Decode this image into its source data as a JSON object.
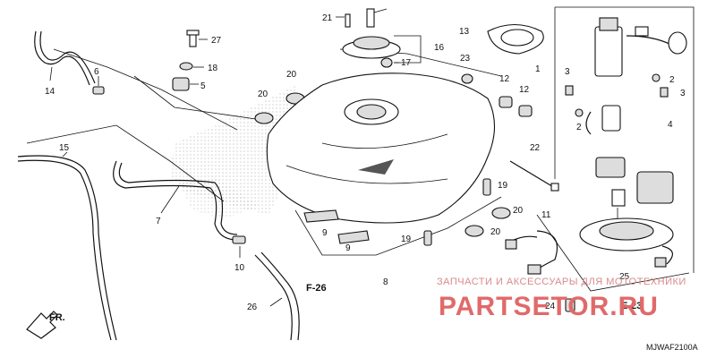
{
  "title_code": "MJWAF2100A",
  "callouts": {
    "c1": "1",
    "c2a": "2",
    "c2b": "2",
    "c3a": "3",
    "c3b": "3",
    "c4": "4",
    "c5": "5",
    "c6": "6",
    "c7": "7",
    "c8": "8",
    "c9a": "9",
    "c9b": "9",
    "c10": "10",
    "c11": "11",
    "c12a": "12",
    "c12b": "12",
    "c13": "13",
    "c14": "14",
    "c15": "15",
    "c16": "16",
    "c17": "17",
    "c18": "18",
    "c19a": "19",
    "c19b": "19",
    "c20a": "20",
    "c20b": "20",
    "c20c": "20",
    "c20d": "20",
    "c21": "21",
    "c22": "22",
    "c23": "23",
    "c24": "24",
    "c25": "25",
    "c26": "26",
    "c27": "27"
  },
  "refs": {
    "f26": "F-26",
    "e23": "E-23"
  },
  "front_marker": "FR.",
  "watermark": {
    "line1": "ЗАПЧАСТИ И АКСЕССУАРЫ ДЛЯ МОТОТЕХНИКИ",
    "line2": "PARTSETOR.RU"
  }
}
